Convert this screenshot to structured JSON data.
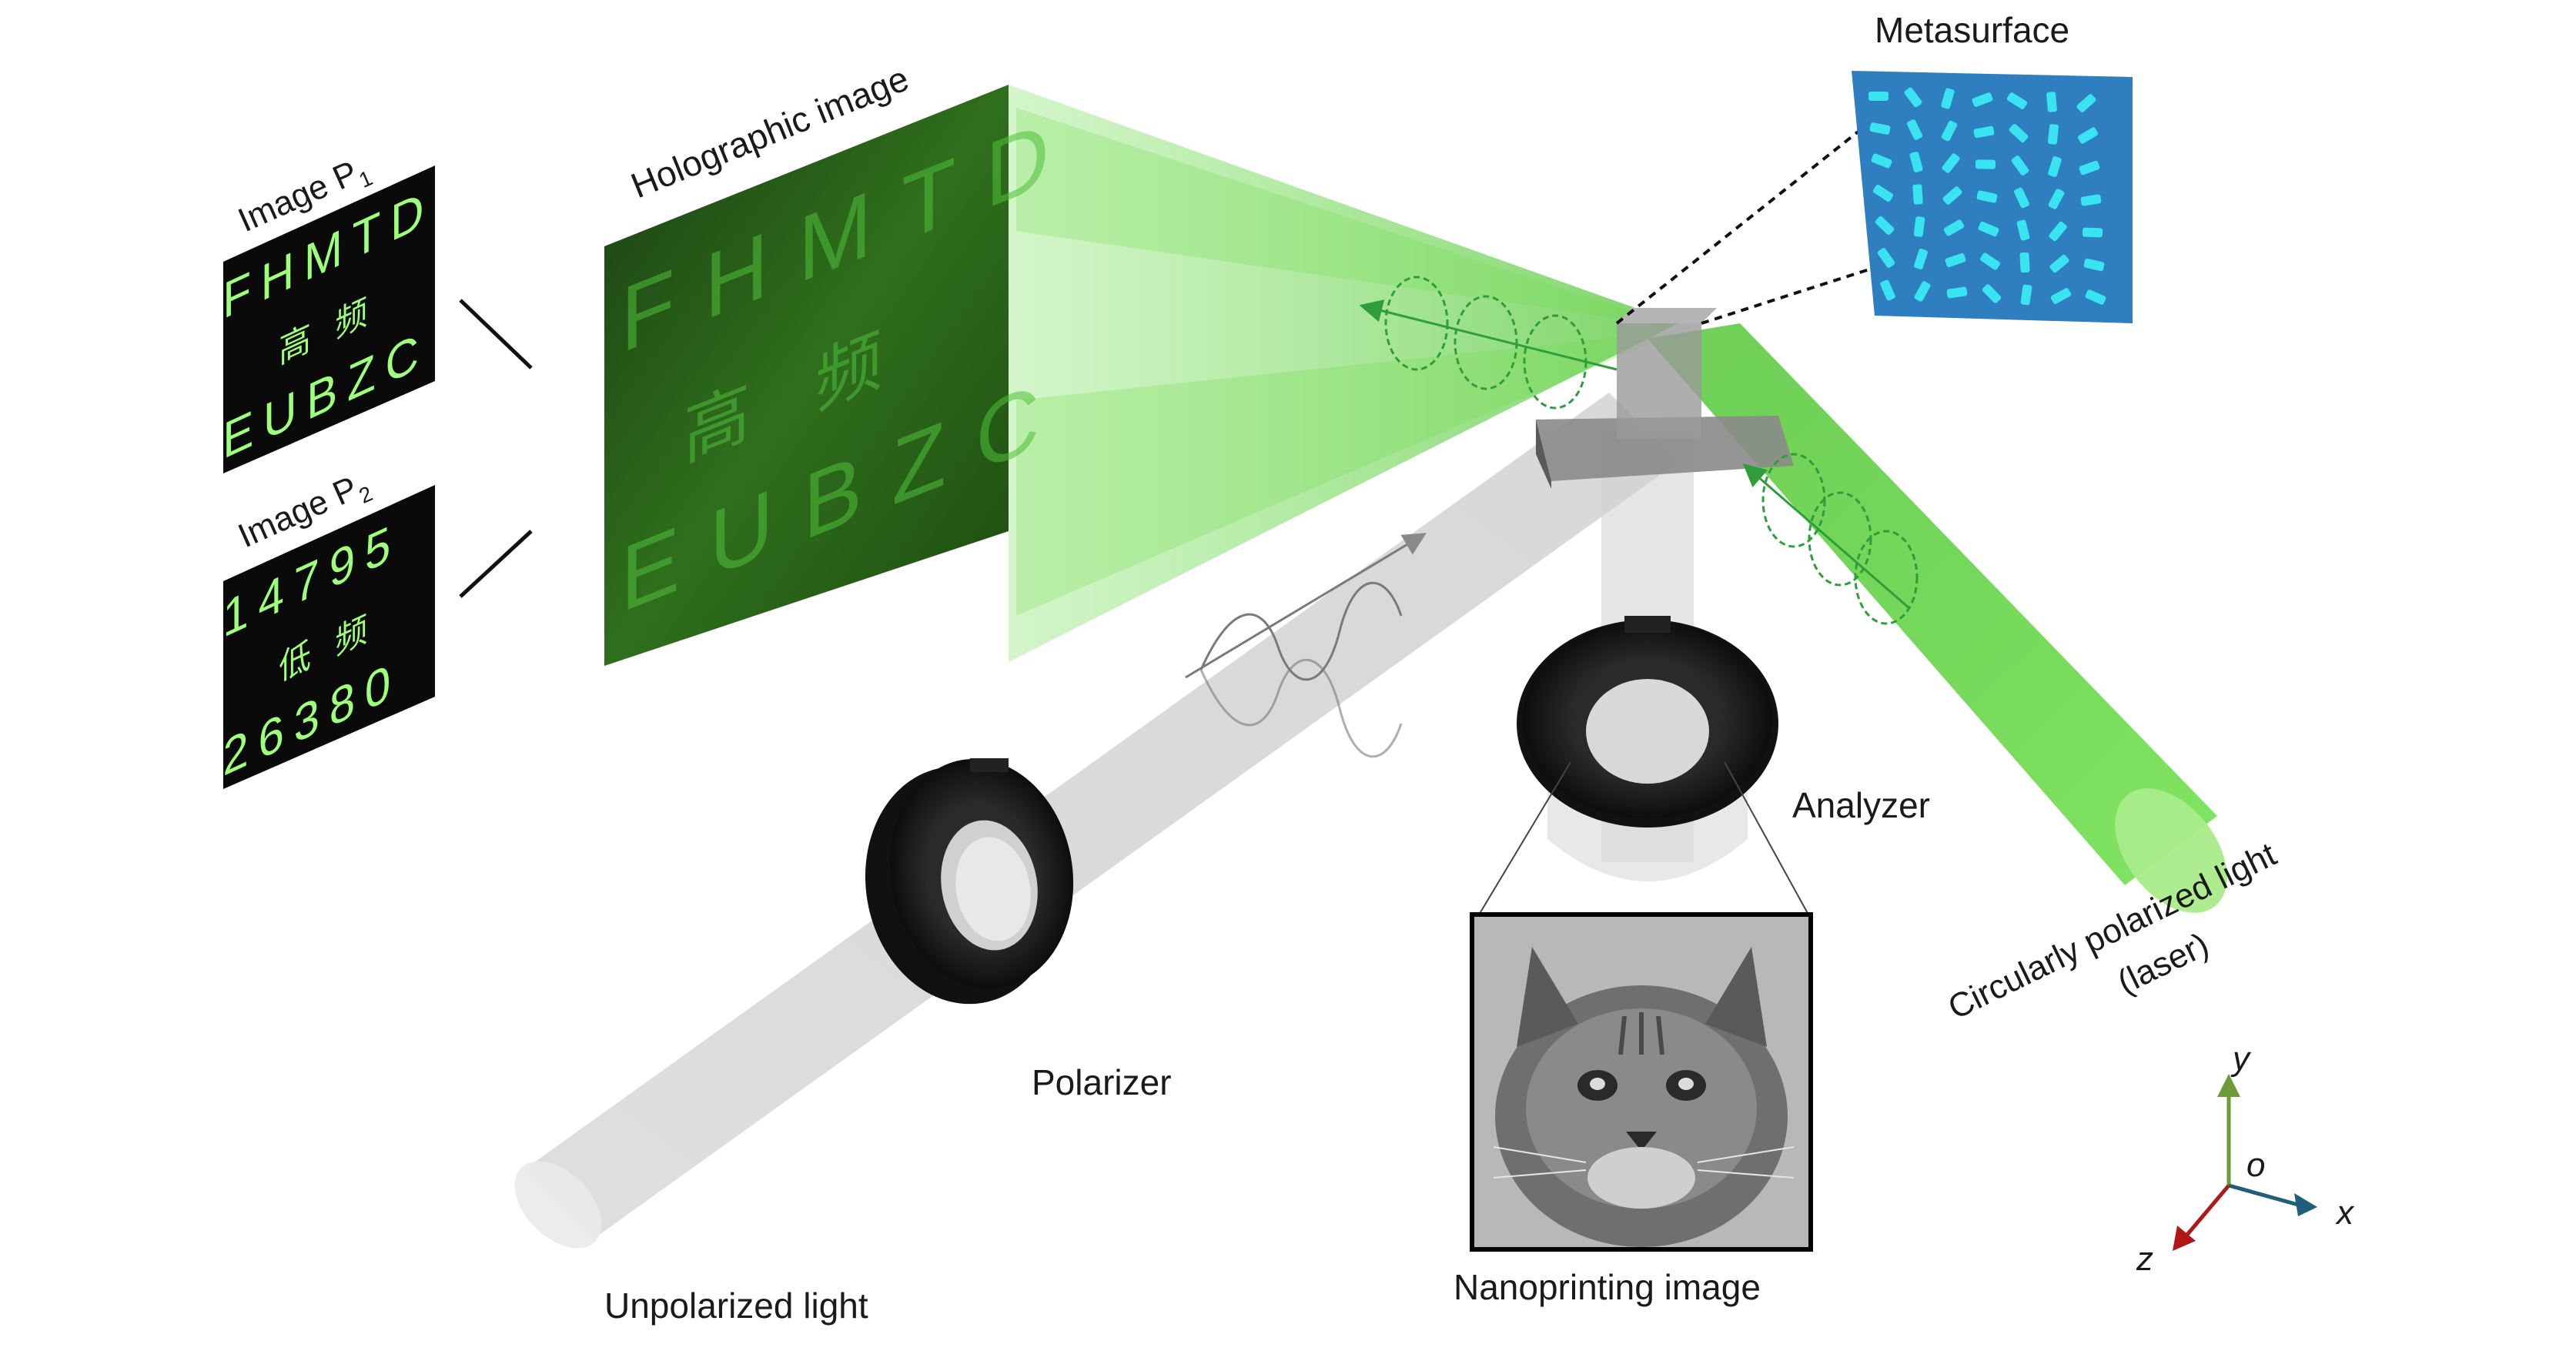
{
  "labels": {
    "metasurface": "Metasurface",
    "holographic_image": "Holographic image",
    "image_p1": "Image P",
    "image_p1_sub": "1",
    "image_p2": "Image P",
    "image_p2_sub": "2",
    "analyzer": "Analyzer",
    "polarizer": "Polarizer",
    "unpolarized_light": "Unpolarized light",
    "circularly_polarized_light": "Circularly polarized light",
    "laser": "(laser)",
    "nanoprinting_image": "Nanoprinting image"
  },
  "panel_p1": {
    "row1": "FHMTD",
    "row2": "高 频",
    "row3": "EUBZC"
  },
  "panel_p2": {
    "row1": "14795",
    "row2": "低 频",
    "row3": "26380"
  },
  "hologram": {
    "row1": "FHMTD",
    "row2": "高 频",
    "row3": "EUBZC"
  },
  "axes": {
    "y": "y",
    "x": "x",
    "z": "z",
    "origin": "o"
  },
  "colors": {
    "laser_green": "#4fcf2a",
    "metasurface_blue": "#2f7fc0",
    "nanopillar_cyan": "#39e4f0",
    "axis_y": "#6f9a3a",
    "axis_x": "#1f5f7a",
    "axis_z": "#b01818"
  }
}
